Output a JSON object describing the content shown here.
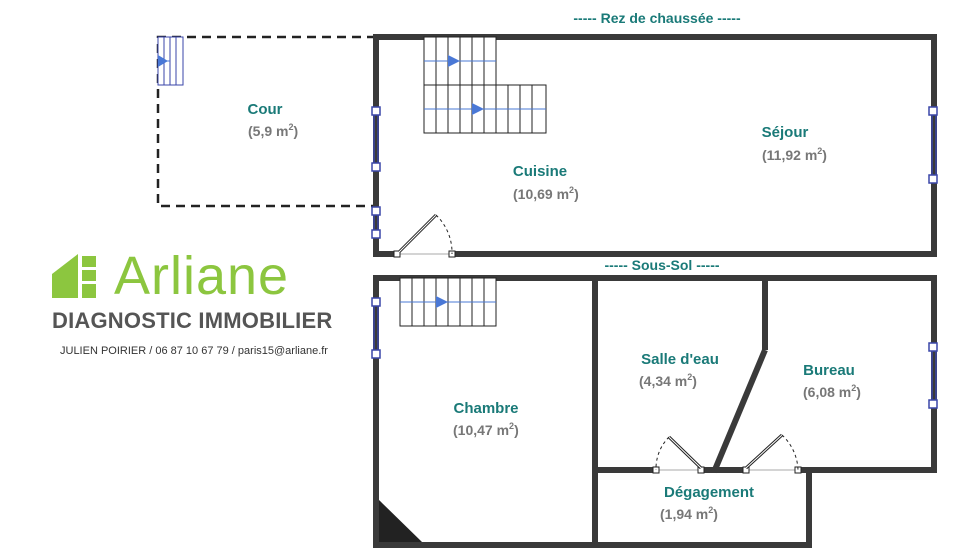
{
  "floors": {
    "ground": {
      "title": "Rez de chaussée"
    },
    "basement": {
      "title": "Sous-Sol"
    }
  },
  "rooms": {
    "cour": {
      "name": "Cour",
      "area": "(5,9 m",
      "exp": "2",
      "close": ")"
    },
    "cuisine": {
      "name": "Cuisine",
      "area": "(10,69 m",
      "exp": "2",
      "close": ")"
    },
    "sejour": {
      "name": "Séjour",
      "area": "(11,92 m",
      "exp": "2",
      "close": ")"
    },
    "chambre": {
      "name": "Chambre",
      "area": "(10,47 m",
      "exp": "2",
      "close": ")"
    },
    "salle_eau": {
      "name": "Salle d'eau",
      "area": "(4,34 m",
      "exp": "2",
      "close": ")"
    },
    "bureau": {
      "name": "Bureau",
      "area": "(6,08 m",
      "exp": "2",
      "close": ")"
    },
    "degagement": {
      "name": "Dégagement",
      "area": "(1,94 m",
      "exp": "2",
      "close": ")"
    }
  },
  "brand": {
    "name": "Arliane",
    "tagline": "DIAGNOSTIC IMMOBILIER",
    "contact": "JULIEN POIRIER / 06 87 10 67 79 / paris15@arliane.fr",
    "color": "#8cc63f",
    "text_color": "#555555"
  },
  "colors": {
    "wall": "#3a3a3a",
    "label": "#1a7a78",
    "area": "#777777",
    "window": "#3a46a8",
    "arrow": "#4a78d6"
  },
  "icons": {
    "stairs": "stairs-icon",
    "door": "door-swing-icon",
    "window": "window-icon"
  }
}
